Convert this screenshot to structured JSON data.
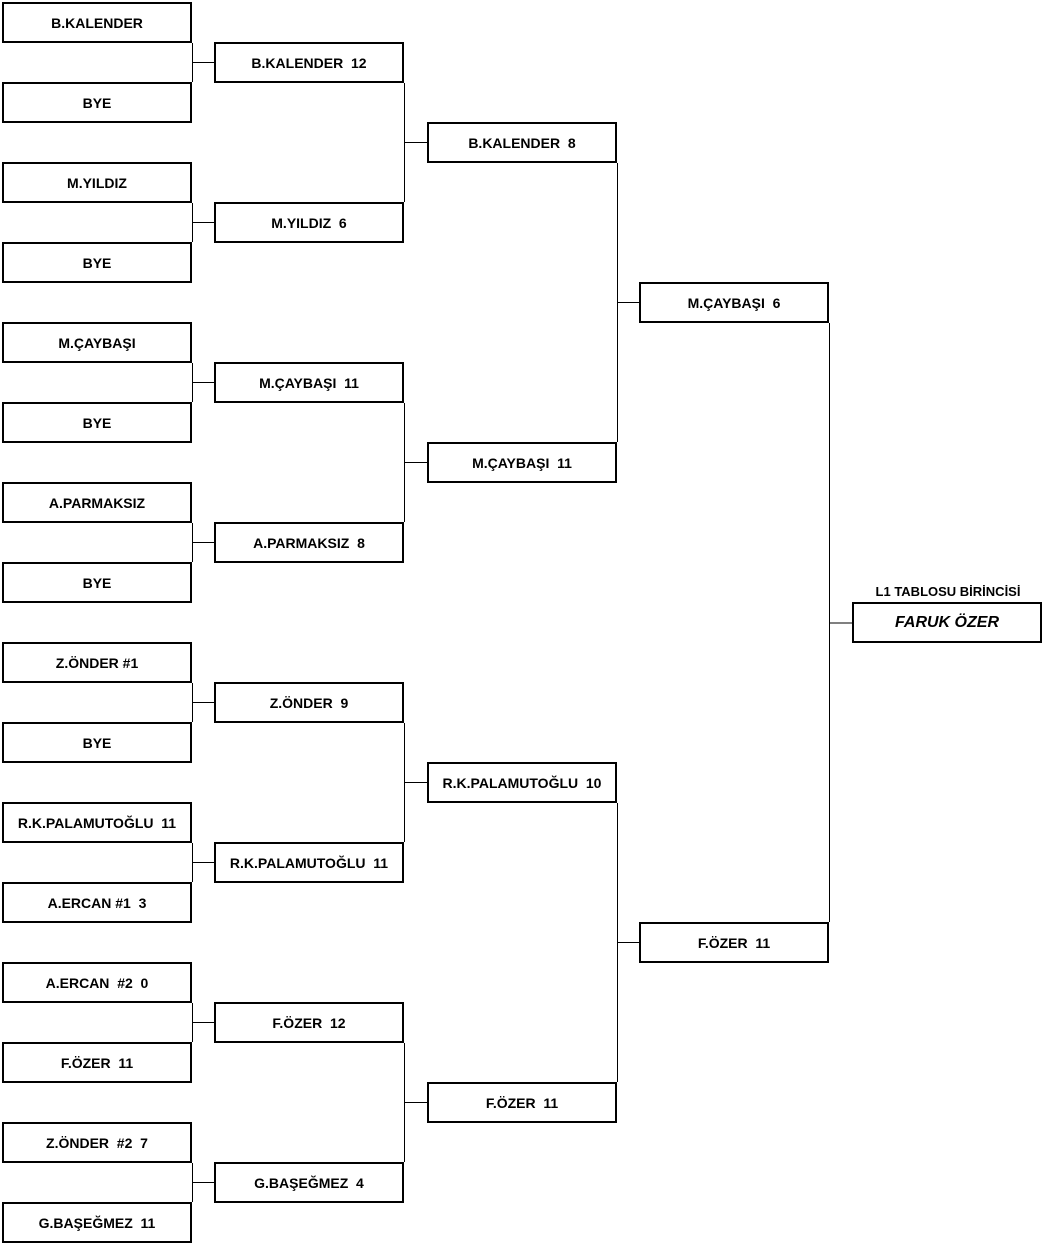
{
  "bracket": {
    "rounds": [
      {
        "name": "round-1",
        "entries": [
          "B.KALENDER",
          "BYE",
          "M.YILDIZ",
          "BYE",
          "M.ÇAYBAŞI",
          "BYE",
          "A.PARMAKSIZ",
          "BYE",
          "Z.ÖNDER #1",
          "BYE",
          "R.K.PALAMUTOĞLU  11",
          "A.ERCAN #1  3",
          "A.ERCAN  #2  0",
          "F.ÖZER  11",
          "Z.ÖNDER  #2  7",
          "G.BAŞEĞMEZ  11"
        ]
      },
      {
        "name": "round-2",
        "entries": [
          "B.KALENDER  12",
          "M.YILDIZ  6",
          "M.ÇAYBAŞI  11",
          "A.PARMAKSIZ  8",
          "Z.ÖNDER  9",
          "R.K.PALAMUTOĞLU  11",
          "F.ÖZER  12",
          "G.BAŞEĞMEZ  4"
        ]
      },
      {
        "name": "round-3",
        "entries": [
          "B.KALENDER  8",
          "M.ÇAYBAŞI  11",
          "R.K.PALAMUTOĞLU  10",
          "F.ÖZER  11"
        ]
      },
      {
        "name": "round-4",
        "entries": [
          "M.ÇAYBAŞI  6",
          "F.ÖZER  11"
        ]
      }
    ],
    "winner": {
      "title": "L1 TABLOSU BİRİNCİSİ",
      "name": "FARUK ÖZER"
    }
  },
  "colors": {
    "line": "#000000",
    "box_border": "#000000",
    "background": "#ffffff"
  }
}
